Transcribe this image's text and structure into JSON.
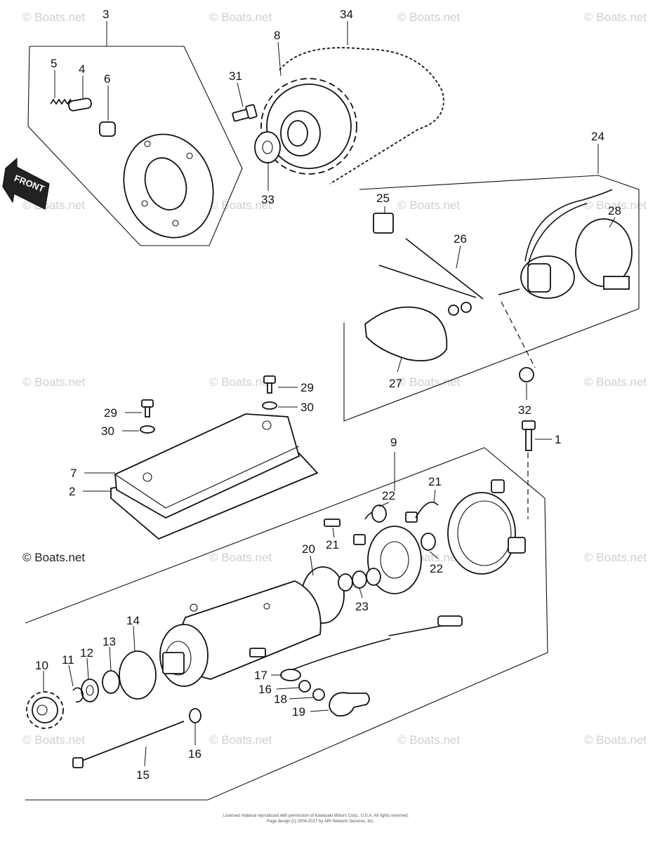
{
  "watermark": {
    "text": "© Boats.net",
    "bottom_left": "© Boats.net"
  },
  "direction_sign": {
    "label": "FRONT"
  },
  "callouts": [
    {
      "id": "c3",
      "text": "3"
    },
    {
      "id": "c34",
      "text": "34"
    },
    {
      "id": "c8",
      "text": "8"
    },
    {
      "id": "c5",
      "text": "5"
    },
    {
      "id": "c4",
      "text": "4"
    },
    {
      "id": "c6",
      "text": "6"
    },
    {
      "id": "c31",
      "text": "31"
    },
    {
      "id": "c33",
      "text": "33"
    },
    {
      "id": "c24",
      "text": "24"
    },
    {
      "id": "c25",
      "text": "25"
    },
    {
      "id": "c28",
      "text": "28"
    },
    {
      "id": "c26",
      "text": "26"
    },
    {
      "id": "c27",
      "text": "27"
    },
    {
      "id": "c29a",
      "text": "29"
    },
    {
      "id": "c29b",
      "text": "29"
    },
    {
      "id": "c30a",
      "text": "30"
    },
    {
      "id": "c30b",
      "text": "30"
    },
    {
      "id": "c32",
      "text": "32"
    },
    {
      "id": "c1",
      "text": "1"
    },
    {
      "id": "c9",
      "text": "9"
    },
    {
      "id": "c7",
      "text": "7"
    },
    {
      "id": "c2",
      "text": "2"
    },
    {
      "id": "c22a",
      "text": "22"
    },
    {
      "id": "c21a",
      "text": "21"
    },
    {
      "id": "c21b",
      "text": "21"
    },
    {
      "id": "c20",
      "text": "20"
    },
    {
      "id": "c22b",
      "text": "22"
    },
    {
      "id": "c23",
      "text": "23"
    },
    {
      "id": "c14",
      "text": "14"
    },
    {
      "id": "c10",
      "text": "10"
    },
    {
      "id": "c11",
      "text": "11"
    },
    {
      "id": "c12",
      "text": "12"
    },
    {
      "id": "c13",
      "text": "13"
    },
    {
      "id": "c17",
      "text": "17"
    },
    {
      "id": "c16a",
      "text": "16"
    },
    {
      "id": "c18",
      "text": "18"
    },
    {
      "id": "c19",
      "text": "19"
    },
    {
      "id": "c16b",
      "text": "16"
    },
    {
      "id": "c15",
      "text": "15"
    }
  ],
  "footer": {
    "line1": "Licensed material reproduced with permission of Kawasaki Motors Corp., U.S.A. All rights reserved.",
    "line2": "Page design (c) 2004-2017 by ARI Network Services, Inc."
  }
}
